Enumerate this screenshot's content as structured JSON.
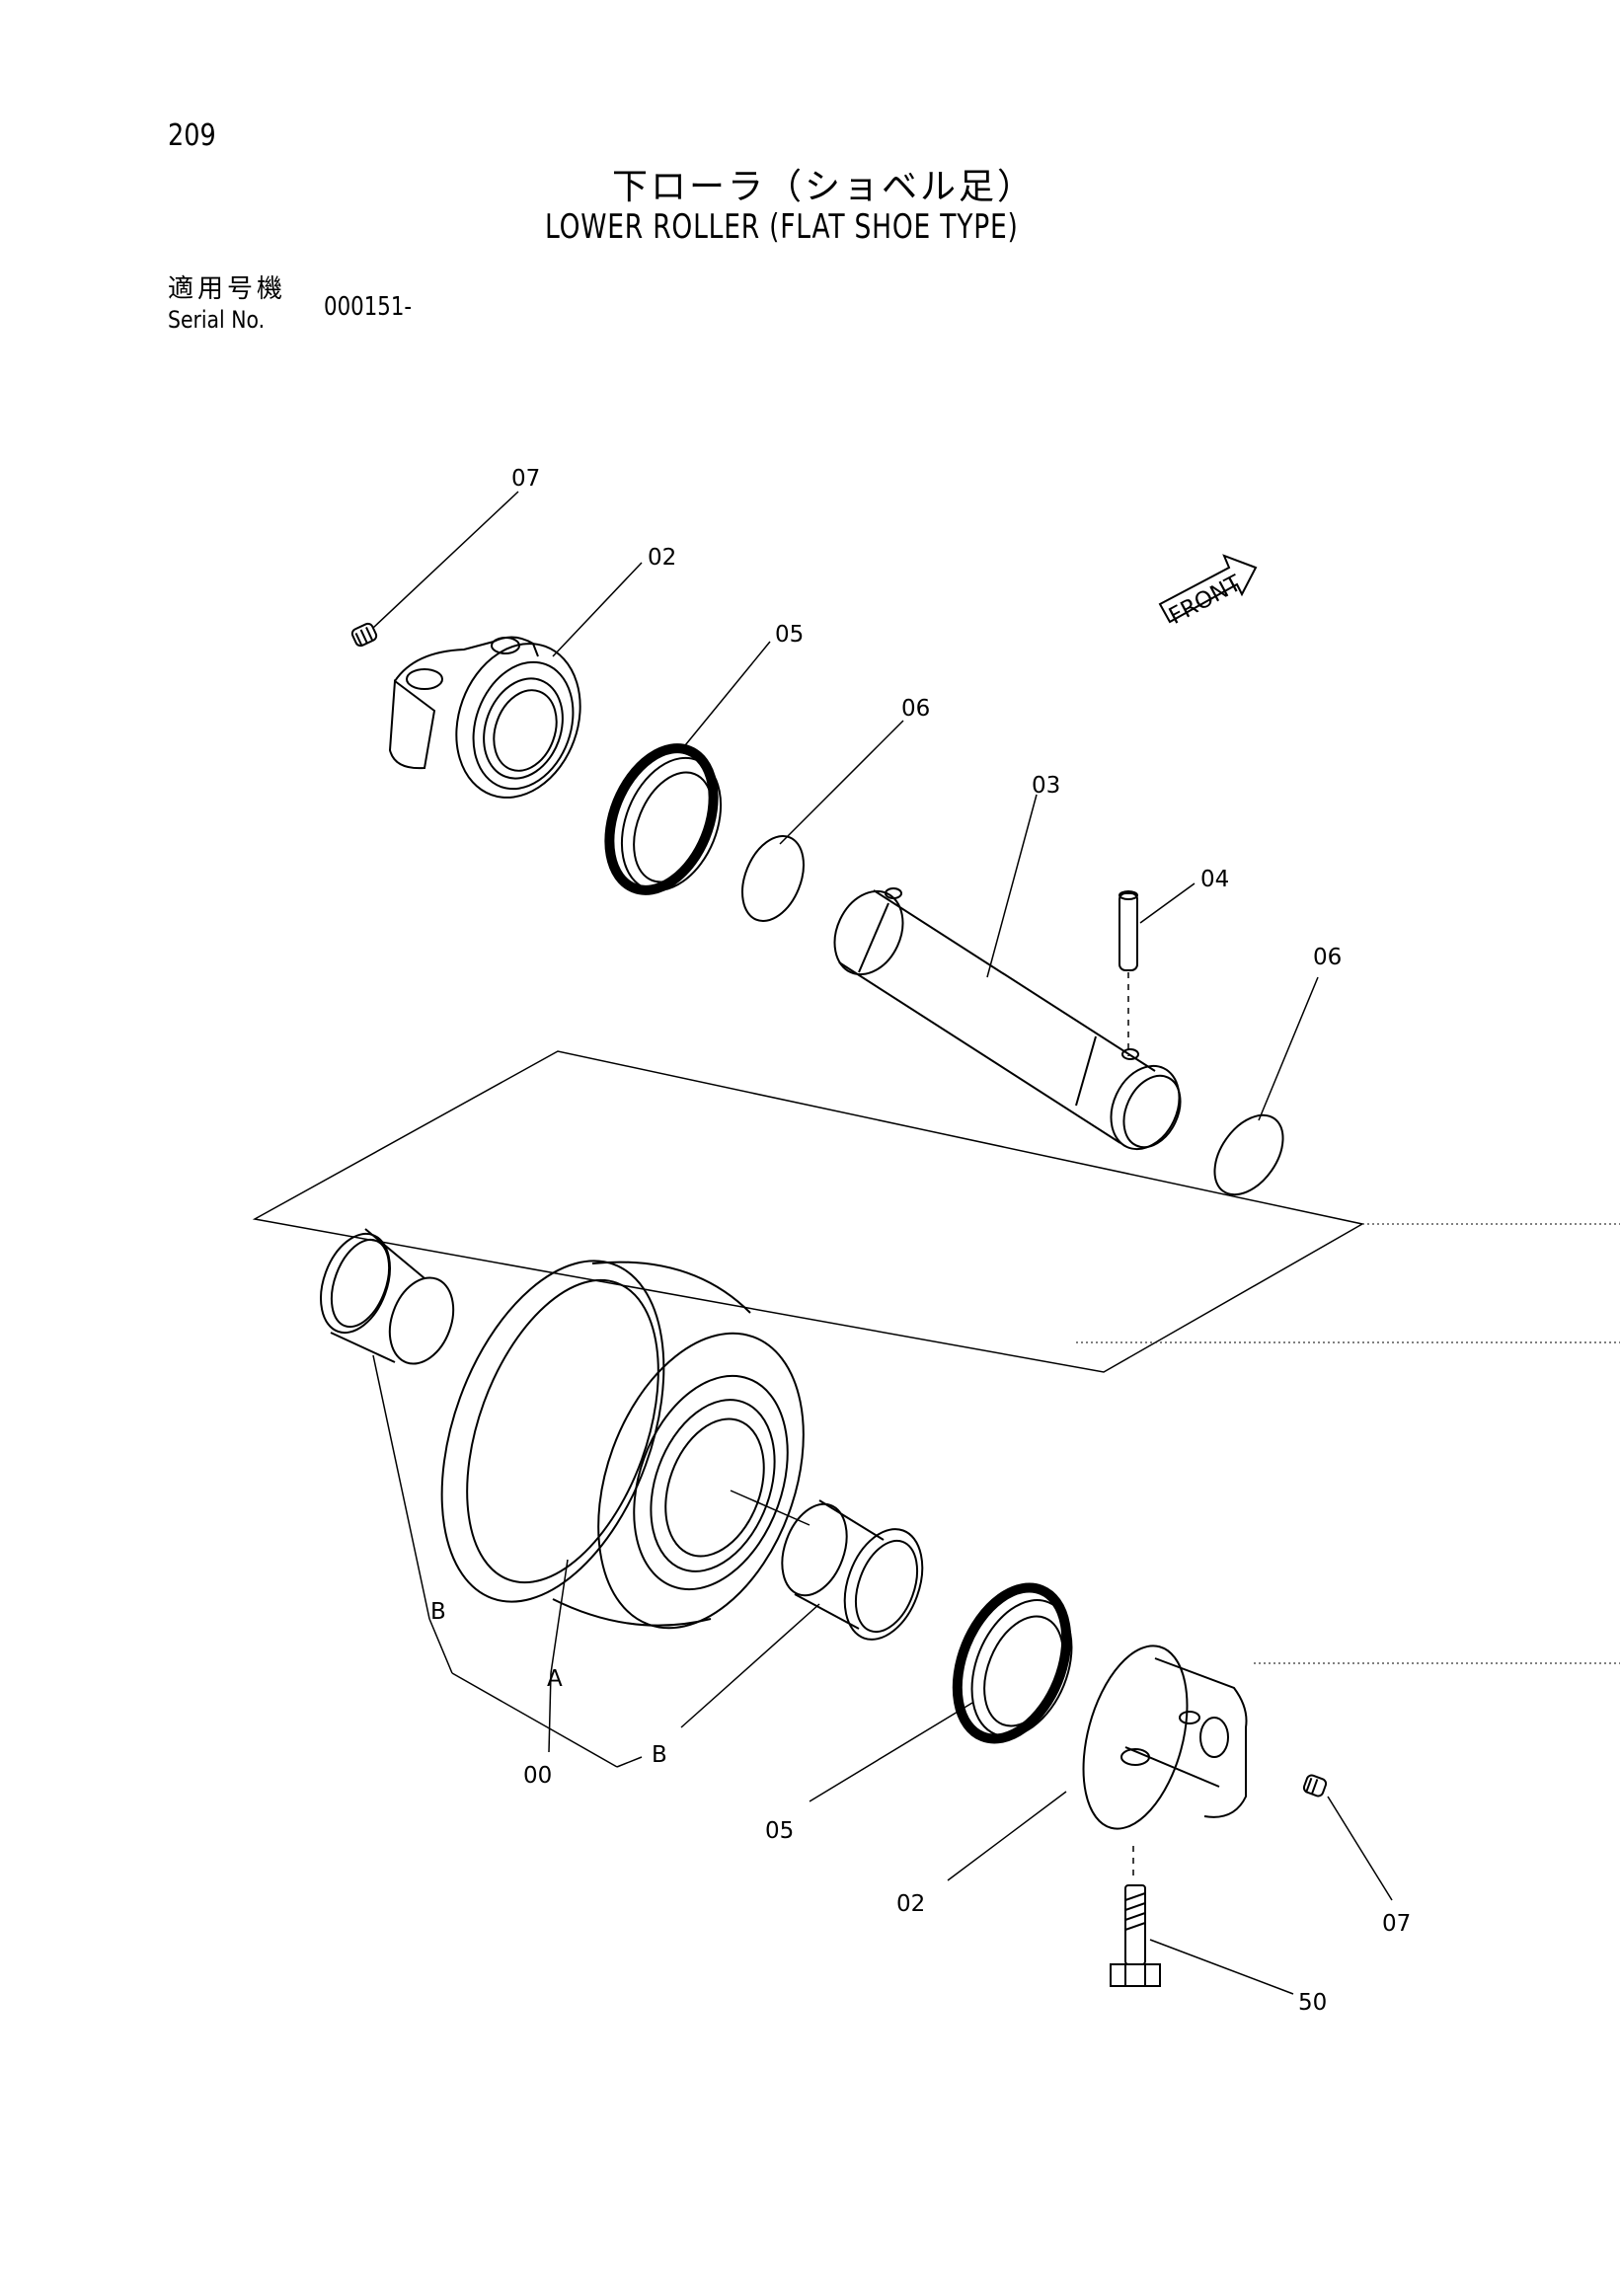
{
  "header": {
    "page_number": "209",
    "title_jp": "下ローラ（ショベル足）",
    "title_en": "LOWER ROLLER (FLAT SHOE TYPE)",
    "serial_label_jp": "適用号機",
    "serial_label_en": "Serial No.",
    "serial_value": "000151-"
  },
  "callouts": {
    "c07_top": "07",
    "c02_top": "02",
    "c05_top": "05",
    "c06_top": "06",
    "c03": "03",
    "c04": "04",
    "c06_right": "06",
    "cB_left": "B",
    "cA": "A",
    "c00": "00",
    "cB_right": "B",
    "c05_bottom": "05",
    "c02_bottom": "02",
    "c07_bottom": "07",
    "c50": "50"
  },
  "front_label": "FRONT"
}
